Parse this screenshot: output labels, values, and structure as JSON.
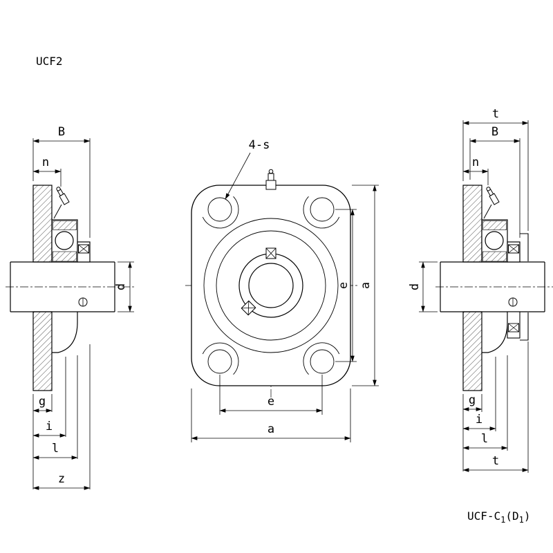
{
  "title": "UCF2",
  "caption": {
    "base": "UCF-C",
    "sub1": "1",
    "mid": "(D",
    "sub2": "1",
    "end": ")"
  },
  "labels": {
    "four_s": "4-s",
    "B": "B",
    "n": "n",
    "d": "d",
    "g": "g",
    "i": "i",
    "l": "l",
    "z": "z",
    "t": "t",
    "e": "e",
    "a": "a"
  }
}
